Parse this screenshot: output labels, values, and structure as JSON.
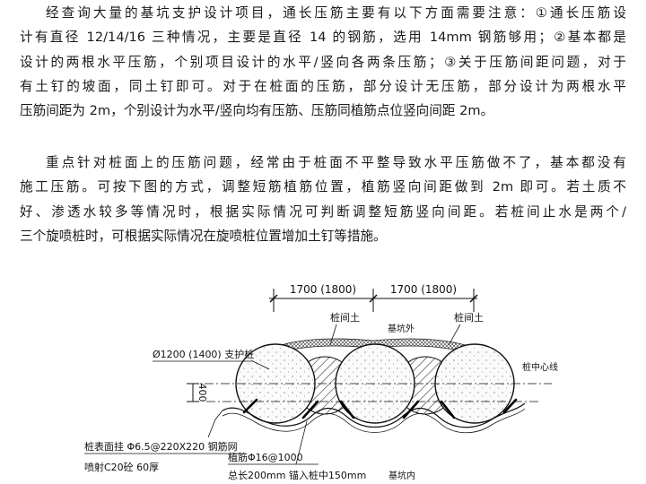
{
  "paragraphs": [
    {
      "lines": [
        "经查询大量的基坑支护设计项目，通长压筋主要有以下方面需要注意：①通长压筋设",
        "计有直径 12/14/16 三种情况，主要是直径 14 的钢筋，选用 14mm 钢筋够用；②基本都是",
        "设计的两根水平压筋，个别项目设计的水平/竖向各两条压筋；③关于压筋间距问题，对于",
        "有土钉的坡面，同土钉即可。对于在桩面的压筋，部分设计无压筋，部分设计为两根水平",
        "压筋间距为 2m，个别设计为水平/竖向均有压筋、压筋同植筋点位竖向间距 2m。"
      ]
    },
    {
      "lines": [
        "重点针对桩面上的压筋问题，经常由于桩面不平整导致水平压筋做不了，基本都没有",
        "施工压筋。可按下图的方式，调整短筋植筋位置，植筋竖向间距做到 2m 即可。若土质不",
        "好、渗透水较多等情况时，根据实际情况可判断调整短筋竖向间距。若桩间止水是两个/",
        "三个旋喷桩时，可根据实际情况在旋喷桩位置增加土钉等措施。"
      ]
    }
  ],
  "diagram": {
    "dim_left": "1700 (1800)",
    "dim_right": "1700 (1800)",
    "label_soil_left": "桩间土",
    "label_soil_right": "桩间土",
    "label_pit_outside": "基坑外",
    "label_pile": "Ø1200 (1400) 支护桩",
    "label_centerline": "桩中心线",
    "label_offset": "400",
    "label_mesh": "桩表面挂 Φ6.5@220X220 钢筋网",
    "label_shotcrete": "喷射C20砼 60厚",
    "label_bar": "植筋Φ16@1000",
    "label_bar_length": "总长200mm  锚入桩中150mm",
    "label_pit_inside": "基坑内"
  }
}
